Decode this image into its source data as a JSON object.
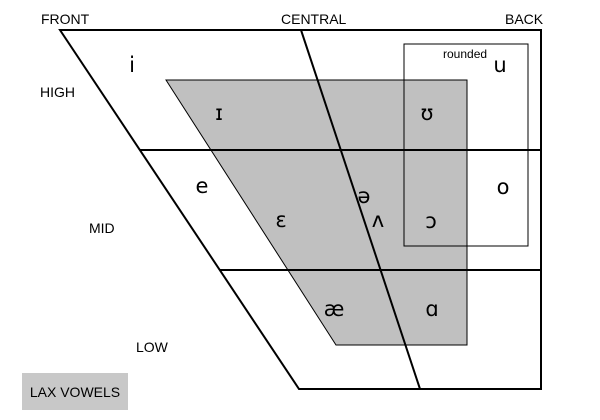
{
  "columns": {
    "front": "FRONT",
    "central": "CENTRAL",
    "back": "BACK"
  },
  "rows": {
    "high": "HIGH",
    "mid": "MID",
    "low": "LOW"
  },
  "rounded_label": "rounded",
  "caption": "LAX VOWELS",
  "vowels": {
    "i": "i",
    "u": "u",
    "lax_i": "ɪ",
    "lax_u": "ʊ",
    "e": "e",
    "o": "o",
    "schwa": "ə",
    "lax_e": "ɛ",
    "wedge": "ʌ",
    "open_o": "ɔ",
    "ash": "æ",
    "script_a": "ɑ"
  },
  "colors": {
    "lax_region": "#c0c0c0",
    "caption_box": "#c8c8c8",
    "lines": "#000000"
  }
}
